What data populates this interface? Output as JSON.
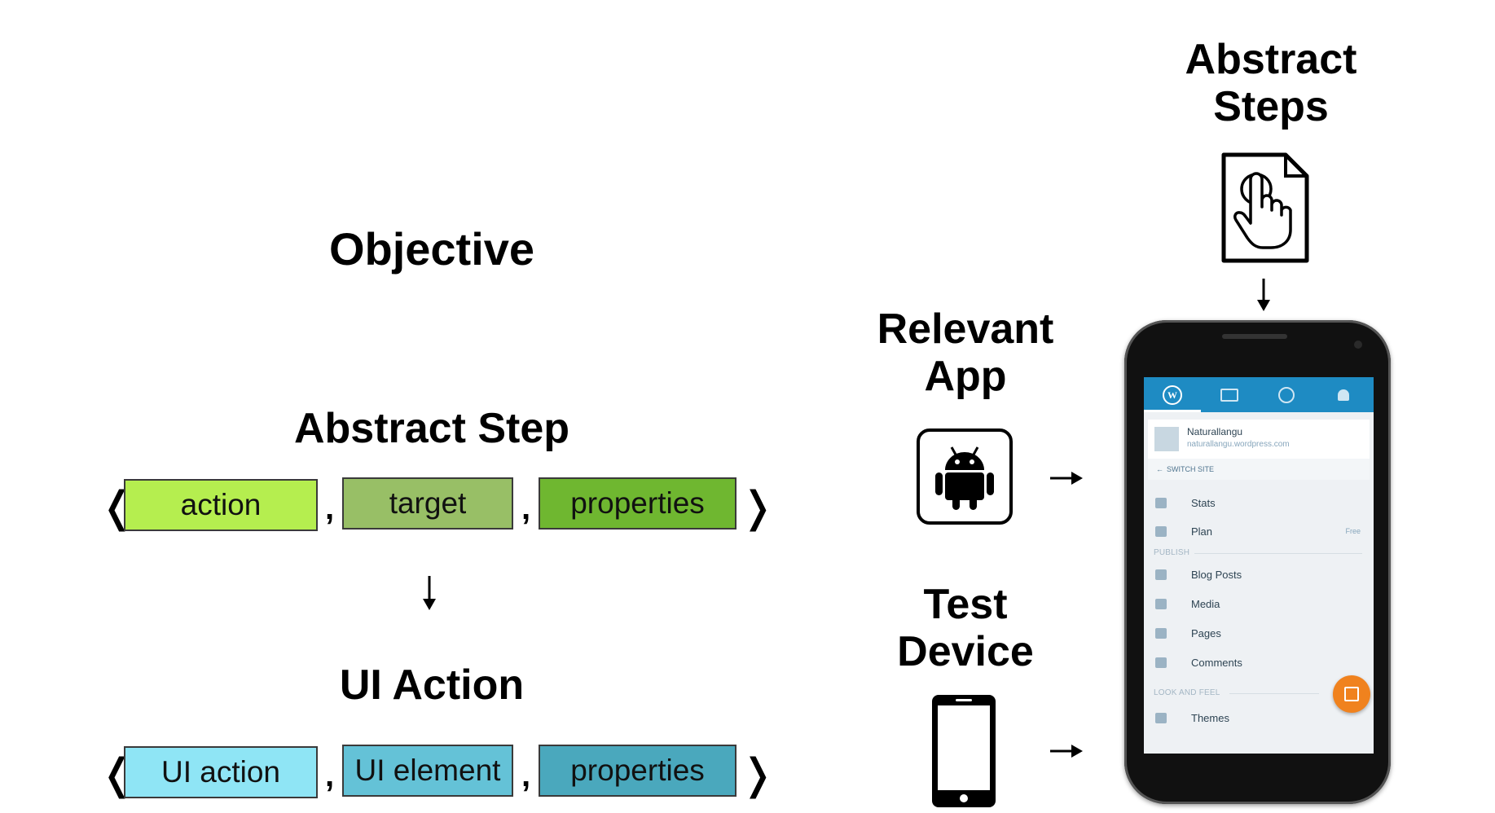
{
  "left": {
    "objective": "Objective",
    "abstract_step": {
      "title": "Abstract Step",
      "open": "❬",
      "close": "❭",
      "sep": ",",
      "items": [
        {
          "label": "action",
          "color": "#b5ee4f"
        },
        {
          "label": "target",
          "color": "#98bf66"
        },
        {
          "label": "properties",
          "color": "#6fb730"
        }
      ]
    },
    "ui_action": {
      "title": "UI Action",
      "open": "❬",
      "close": "❭",
      "sep": ",",
      "items": [
        {
          "label": "UI action",
          "color": "#8fe5f5"
        },
        {
          "label": "UI element",
          "color": "#64c2d7"
        },
        {
          "label": "properties",
          "color": "#4aa8bd"
        }
      ]
    }
  },
  "right": {
    "abstract_steps_title_line1": "Abstract",
    "abstract_steps_title_line2": "Steps",
    "relevant_app_line1": "Relevant",
    "relevant_app_line2": "App",
    "test_device_line1": "Test",
    "test_device_line2": "Device",
    "icons": [
      "document-tap-icon",
      "android-icon",
      "smartphone-icon",
      "arrow-down-icon",
      "arrow-right-icon"
    ]
  },
  "phone": {
    "topbar_color": "#1e8bc3",
    "site_name": "Naturallangu",
    "site_url": "naturallangu.wordpress.com",
    "switch_site": "SWITCH SITE",
    "stats": "Stats",
    "plan": "Plan",
    "plan_badge": "Free",
    "publish": "PUBLISH",
    "blog_posts": "Blog Posts",
    "media": "Media",
    "pages": "Pages",
    "comments": "Comments",
    "look_and_feel": "LOOK AND FEEL",
    "themes": "Themes",
    "fab_color": "#f0821e"
  }
}
